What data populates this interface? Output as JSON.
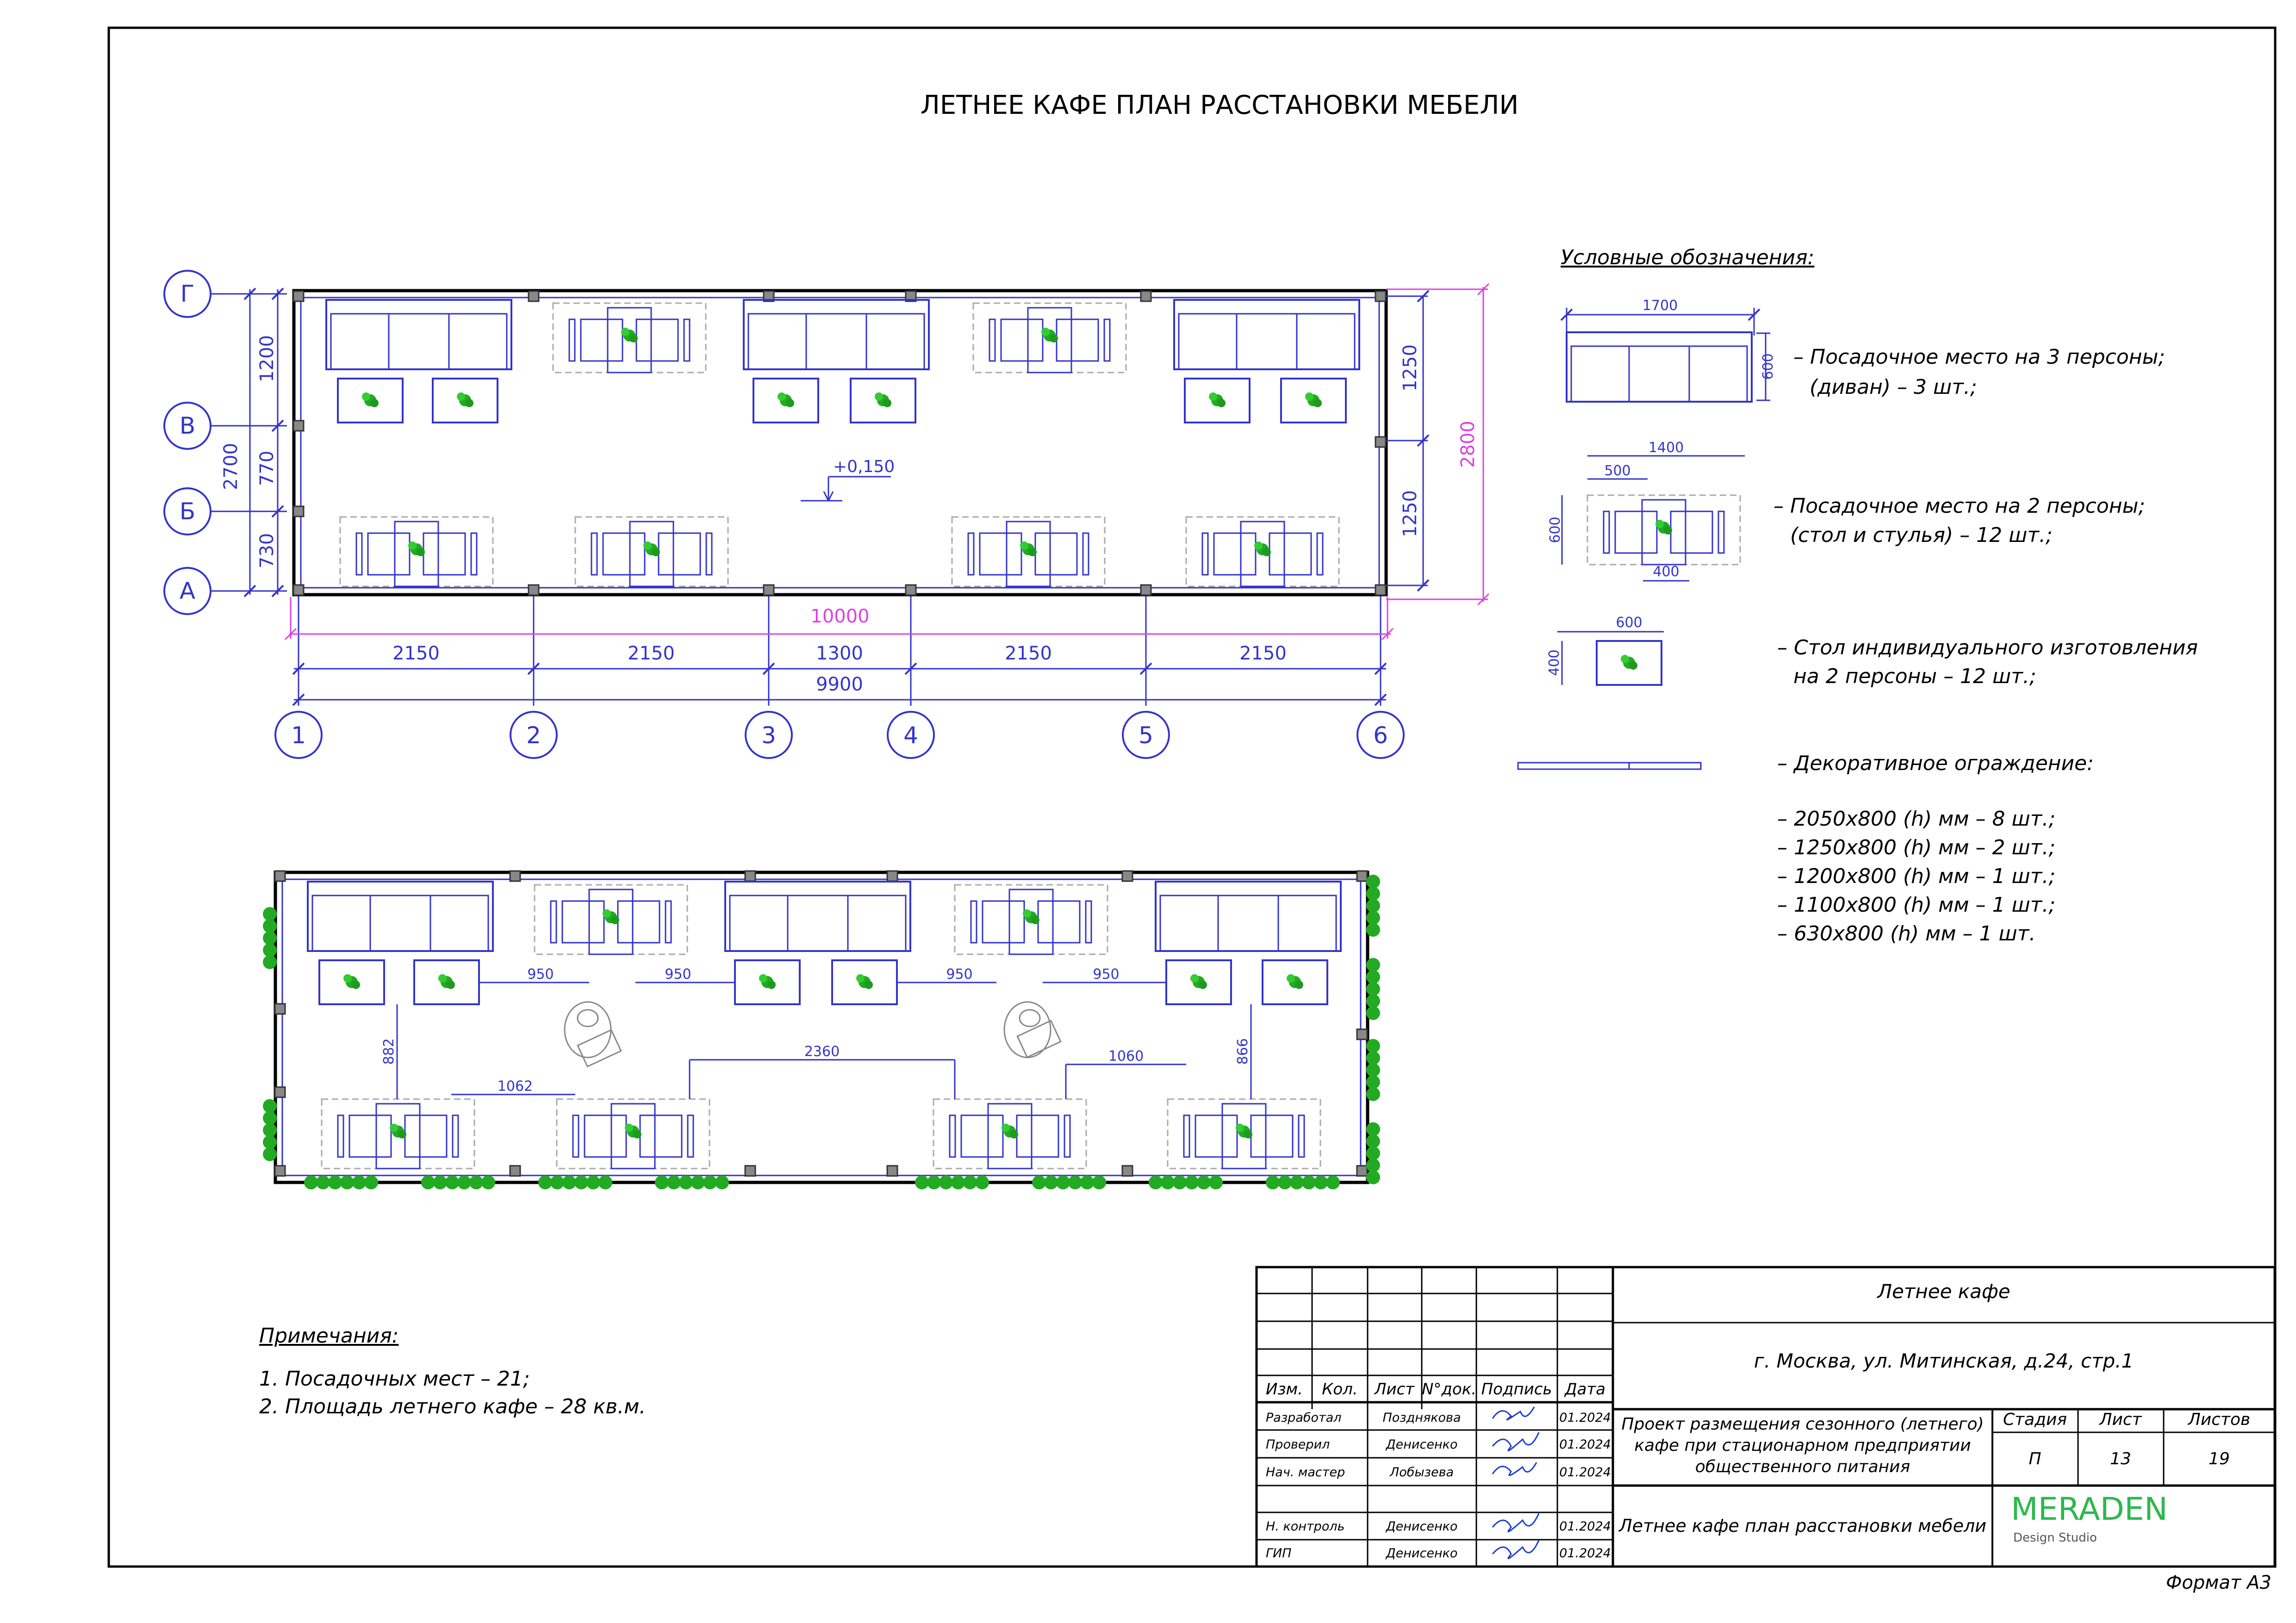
{
  "title": "ЛЕТНЕЕ КАФЕ ПЛАН РАССТАНОВКИ МЕБЕЛИ",
  "axes": {
    "rows": [
      "Г",
      "В",
      "Б",
      "А"
    ],
    "cols": [
      "1",
      "2",
      "3",
      "4",
      "5",
      "6"
    ]
  },
  "dimensions": {
    "total_length": "10000",
    "axis_length": "9900",
    "spans": [
      "2150",
      "2150",
      "1300",
      "2150",
      "2150"
    ],
    "left_total": "2700",
    "left_spans": [
      "1200",
      "770",
      "730"
    ],
    "right_spans": [
      "1250",
      "1250"
    ],
    "right_total": "2800",
    "level": "+0,150",
    "gaps": [
      "950",
      "950",
      "950",
      "950",
      "882",
      "866",
      "1062",
      "2360",
      "1060"
    ]
  },
  "legend": {
    "heading": "Условные обозначения:",
    "sofa_dim": "1700",
    "sofa_depth": "600",
    "sofa_line1": "– Посадочное место на 3 персоны;",
    "sofa_line2": "(диван) – 3 шт.;",
    "set_dim_total": "1400",
    "set_dim_part": "500",
    "set_dim_depth": "600",
    "set_dim_table": "400",
    "set_line1": "– Посадочное место на 2 персоны;",
    "set_line2": "(стол и стулья) – 12 шт.;",
    "table_dim_w": "600",
    "table_dim_h": "400",
    "table_line1": "– Стол индивидуального изготовления",
    "table_line2": "на 2 персоны – 12 шт.;",
    "fence_line": "– Декоративное ограждение:",
    "fence_items": [
      "– 2050х800 (h) мм – 8 шт.;",
      "– 1250х800 (h) мм – 2 шт.;",
      "– 1200х800 (h) мм – 1 шт.;",
      "– 1100х800 (h) мм – 1 шт.;",
      "– 630х800 (h) мм – 1 шт."
    ]
  },
  "notes": {
    "heading": "Примечания:",
    "items": [
      "1. Посадочных мест – 21;",
      "2. Площадь летнего кафе – 28 кв.м."
    ]
  },
  "title_block": {
    "project": "Летнее кафе",
    "address": "г. Москва, ул. Митинская, д.24, стр.1",
    "headers": [
      "Изм.",
      "Кол.",
      "Лист",
      "N°док.",
      "Подпись",
      "Дата"
    ],
    "rows": [
      {
        "role": "Разработал",
        "name": "Позднякова",
        "date": "01.2024"
      },
      {
        "role": "Проверил",
        "name": "Денисенко",
        "date": "01.2024"
      },
      {
        "role": "Нач. мастер",
        "name": "Лобызева",
        "date": "01.2024"
      },
      {
        "role": "",
        "name": "",
        "date": ""
      },
      {
        "role": "Н. контроль",
        "name": "Денисенко",
        "date": "01.2024"
      },
      {
        "role": "ГИП",
        "name": "Денисенко",
        "date": "01.2024"
      }
    ],
    "desc_line1": "Проект размещения сезонного (летнего)",
    "desc_line2": "кафе при стационарном предприятии",
    "desc_line3": "общественного питания",
    "stage_label": "Стадия",
    "sheet_label": "Лист",
    "sheets_label": "Листов",
    "stage": "П",
    "sheet": "13",
    "sheets": "19",
    "drawing_name": "Летнее кафе план расстановки мебели",
    "company": "MERADEN",
    "company_sub": "Design Studio"
  },
  "format": "Формат А3",
  "colors": {
    "line": "#3333cc",
    "plant": "#22aa22",
    "magenta": "#e040e0",
    "brand": "#2db84d"
  }
}
